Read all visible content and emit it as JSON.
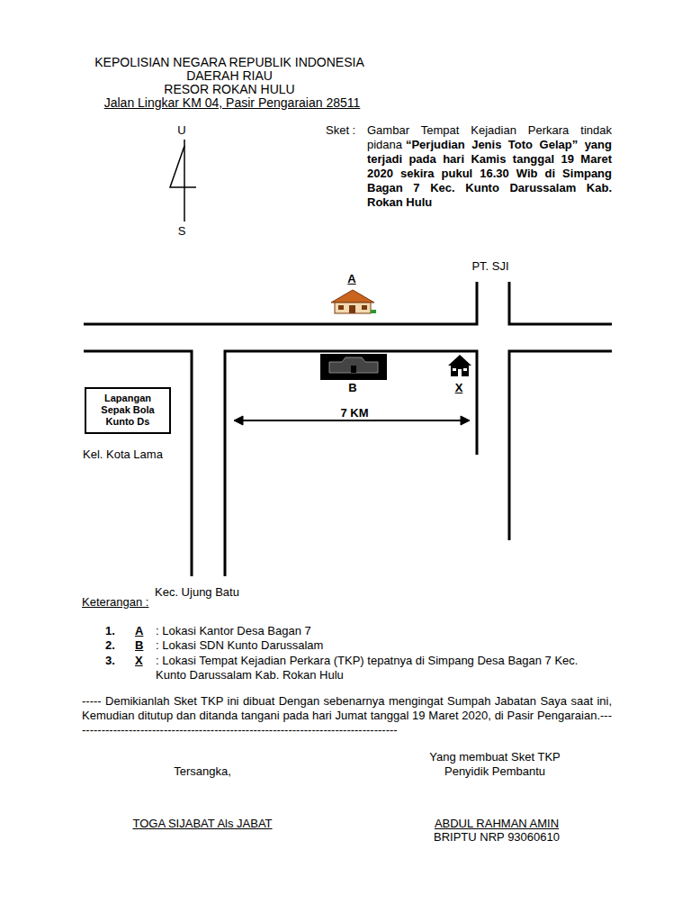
{
  "diagram": {
    "nodes": [
      {
        "text": [
          "Lapangan Sepak Bola Kunto Ds"
        ]
      }
    ],
    "labels": [
      "KEPOLISIAN NEGARA REPUBLIK INDONESIA",
      "DAERAH RIAU",
      "RESOR ROKAN HULU",
      "Jalan Lingkar KM 04, Pasir Pengaraian 28511",
      "U",
      "S",
      "Sket :",
      "Gambar Tempat Kejadian Perkara tindak pidana",
      "“Perjudian Jenis Toto Gelap” yang terjadi pada hari Kamis tanggal 19 Maret 2020 sekira pukul 16.30 Wib di Simpang Bagan 7 Kec. Kunto Darussalam Kab. Rokan Hulu",
      "A",
      "PT. SJI",
      "B",
      "X",
      "7 KM",
      "Kel. Kota Lama",
      "Kec. Ujung Batu",
      "Keterangan :",
      "1.",
      "A",
      ": Lokasi Kantor Desa Bagan 7",
      "2.",
      "B",
      ": Lokasi SDN Kunto Darussalam",
      "3.",
      "X",
      ": Lokasi Tempat Kejadian Perkara (TKP) tepatnya di Simpang Desa Bagan 7 Kec. Kunto Darussalam Kab. Rokan Hulu",
      "----- Demikianlah Sket TKP ini dibuat Dengan sebenarnya mengingat Sumpah Jabatan Saya saat ini, Kemudian ditutup dan ditanda tangani pada hari Jumat tanggal 19 Maret 2020, di Pasir Pengaraian.------------------------------------------------------------------------------------",
      "Yang membuat Sket TKP",
      "Penyidik Pembantu",
      "Tersangka,",
      "TOGA SIJABAT Als JABAT",
      "ABDUL RAHMAN AMIN",
      "BRIPTU NRP 93060610"
    ]
  }
}
